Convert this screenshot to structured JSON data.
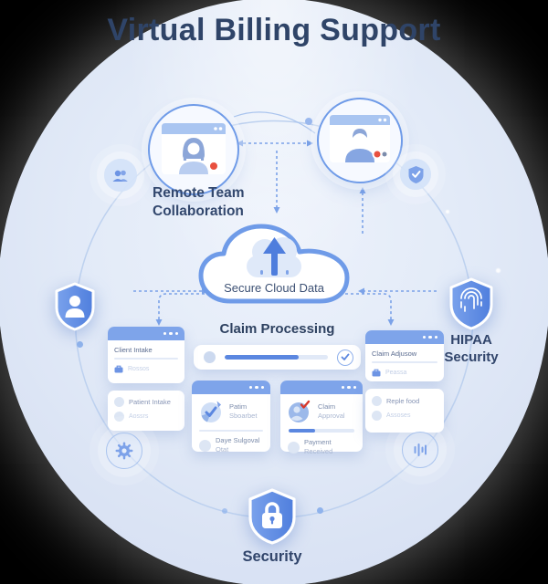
{
  "title": "Virtual Billing Support",
  "collaboration": {
    "line1": "Remote Team",
    "line2": "Collaboration"
  },
  "cloud": {
    "label": "Secure Cloud Data",
    "icon": "cloud-upload-icon"
  },
  "claim_processing": {
    "title": "Claim Processing",
    "progress_percent": 72,
    "left_icon": "placeholder-circle-icon",
    "right_icon": "check-circle-icon"
  },
  "cards": {
    "left_top": {
      "title": "Client Intake",
      "item": "Rossos",
      "icon": "briefcase-icon"
    },
    "left_bottom": {
      "items": [
        "Patient Intake",
        "Aossrs"
      ]
    },
    "mid_left": {
      "icon": "pie-check-icon",
      "line1": "Patim",
      "line2": "Sboarbet",
      "row_line1": "Daye Sulgoval",
      "row_line2": "Otat"
    },
    "mid_right": {
      "icon": "approval-check-icon",
      "line1": "Claim",
      "line2": "Approval",
      "progress_percent": 40,
      "row_line1": "Payment",
      "row_line2": "Received"
    },
    "right_top": {
      "title": "Claim Adjusow",
      "item": "Peassa",
      "icon": "briefcase-icon"
    },
    "right_bottom": {
      "items": [
        "Reple food",
        "Assoses"
      ]
    }
  },
  "badges": {
    "identity": {
      "icon": "user-shield-icon"
    },
    "hipaa": {
      "line1": "HIPAA",
      "line2": "Security",
      "icon": "fingerprint-shield-icon"
    },
    "security": {
      "label": "Security",
      "icon": "lock-shield-icon"
    }
  },
  "ring_icons": {
    "top_left": "team-icon",
    "top_right": "shield-check-icon",
    "bottom_left": "gear-icon",
    "bottom_right": "equalizer-icon"
  },
  "video_calls": {
    "left": "woman-video-call",
    "right": "man-video-call",
    "record_icon": "record-dot-icon"
  },
  "colors": {
    "accent": "#5b87e0",
    "header_blue": "#7ea4ea",
    "shield_blue": "#5584e0",
    "ring": "#bdd1ef",
    "dashed": "#7ba2e8",
    "title_text": "#2f4468",
    "label_text": "#33486e",
    "muted_text": "#97a6c4",
    "faint_text": "#c3cfe6",
    "record_red": "#e8503f",
    "bg": "#dde7f6"
  }
}
